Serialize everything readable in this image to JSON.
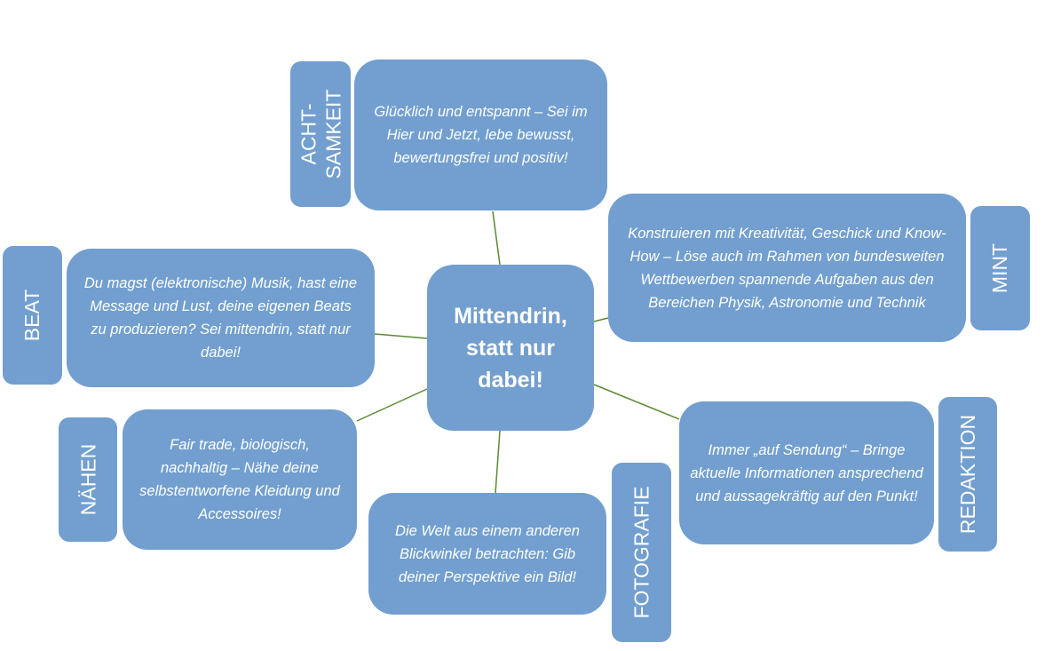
{
  "colors": {
    "box": "#729fcf",
    "connector": "#5a8a32",
    "text": "#ffffff"
  },
  "center": {
    "text": "Mittendrin, statt nur dabei!"
  },
  "branches": [
    {
      "label": "ACHT-\nSAMKEIT",
      "text": "Glücklich und entspannt – Sei im Hier und Jetzt, lebe bewusst, bewertungsfrei und positiv!"
    },
    {
      "label": "MINT",
      "text": "Konstruieren mit Kreativität, Geschick und Know-How – Löse auch im Rahmen von bundesweiten Wettbewerben spannende Aufgaben aus den Bereichen Physik, Astronomie und Technik"
    },
    {
      "label": "BEAT",
      "text": "Du magst (elektronische) Musik, hast eine Message und Lust, deine eigenen Beats zu produzieren? Sei mittendrin, statt nur dabei!"
    },
    {
      "label": "NÄHEN",
      "text": "Fair trade, biologisch, nachhaltig – Nähe deine selbstentworfene Kleidung und Accessoires!"
    },
    {
      "label": "FOTOGRAFIE",
      "text": "Die Welt aus einem anderen Blickwinkel betrachten: Gib deiner Perspektive ein Bild!"
    },
    {
      "label": "REDAKTION",
      "text": "Immer „auf Sendung“ – Bringe aktuelle Informationen ansprechend und aussagekräftig auf den Punkt!"
    }
  ]
}
